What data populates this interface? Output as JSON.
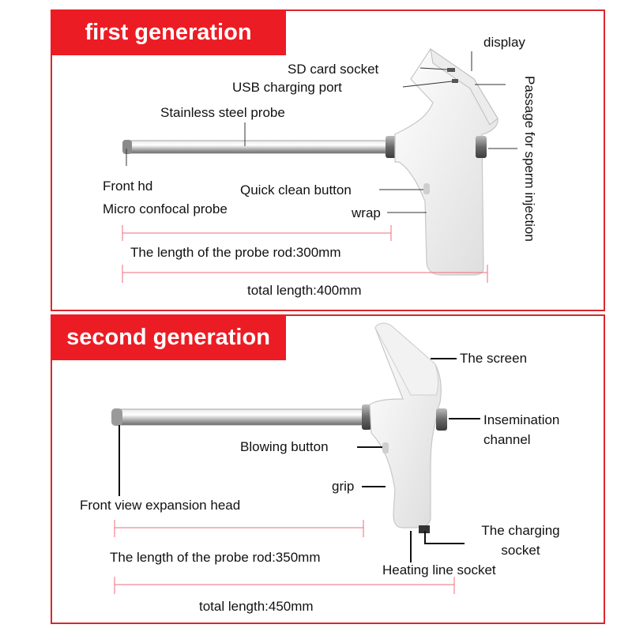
{
  "colors": {
    "accent": "#ec1c24",
    "guide": "#f06b78"
  },
  "first": {
    "title": "first generation",
    "display": "display",
    "sd_card": "SD card socket",
    "usb_port": "USB charging port",
    "probe": "Stainless steel probe",
    "front_hd": "Front hd",
    "micro_probe": "Micro confocal probe",
    "quick_clean": "Quick clean button",
    "wrap": "wrap",
    "passage": "Passage for sperm injection",
    "rod_length": "The length of the probe rod:300mm",
    "total_length": "total length:400mm"
  },
  "second": {
    "title": "second generation",
    "screen": "The screen",
    "insemination": "Insemination channel",
    "blowing": "Blowing button",
    "grip": "grip",
    "front_view": "Front view expansion head",
    "charging": "The charging socket",
    "heating": "Heating line socket",
    "rod_length": "The length of the probe rod:350mm",
    "total_length": "total length:450mm"
  }
}
